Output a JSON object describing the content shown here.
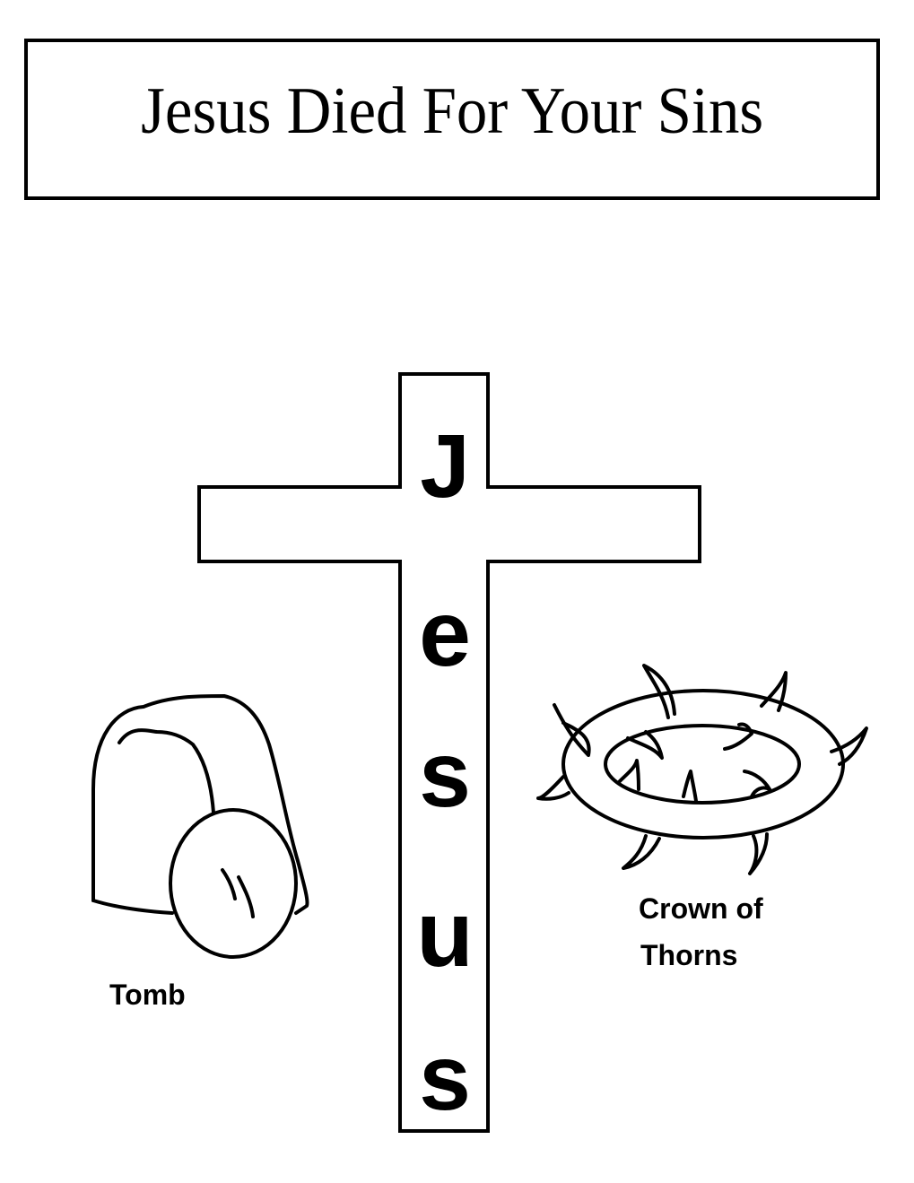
{
  "title": "Jesus Died For Your Sins",
  "cross": {
    "letters": [
      "J",
      "e",
      "s",
      "u",
      "s"
    ]
  },
  "illustrations": {
    "tomb_label": "Tomb",
    "crown_label_line1": "Crown of",
    "crown_label_line2": "Thorns"
  },
  "colors": {
    "ink": "#000000",
    "paper": "#ffffff"
  }
}
